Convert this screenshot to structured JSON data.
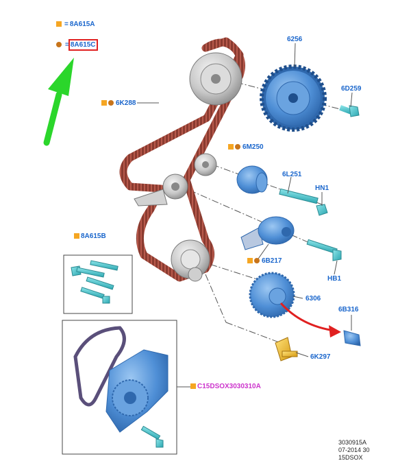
{
  "legend": {
    "square_code": "8A615A",
    "dot_code": "8A615C",
    "equals": "="
  },
  "callouts": {
    "c6256": "6256",
    "c6D259": "6D259",
    "c6K288": "6K288",
    "c6M250": "6M250",
    "c6L251": "6L251",
    "cHN1": "HN1",
    "c8A615B": "8A615B",
    "c6B217": "6B217",
    "cHB1": "HB1",
    "c6306": "6306",
    "c6B316": "6B316",
    "c6K297": "6K297",
    "cKit": "C15DSOX3030310A"
  },
  "ref": {
    "line1": "3030915A",
    "line2": "07-2014 30",
    "line3": "15DSOX"
  },
  "colors": {
    "belt": "#8a3b30",
    "part_blue": "#4f8fd6",
    "bolt_teal": "#3fc0c8",
    "pulley_grey": "#c9c9c9",
    "callout_blue": "#1a66cc",
    "kit_magenta": "#cc33cc",
    "marker_square": "#f5a623",
    "marker_dot": "#c8741a",
    "arrow_green": "#2bd62b",
    "arrow_red": "#e02020"
  }
}
